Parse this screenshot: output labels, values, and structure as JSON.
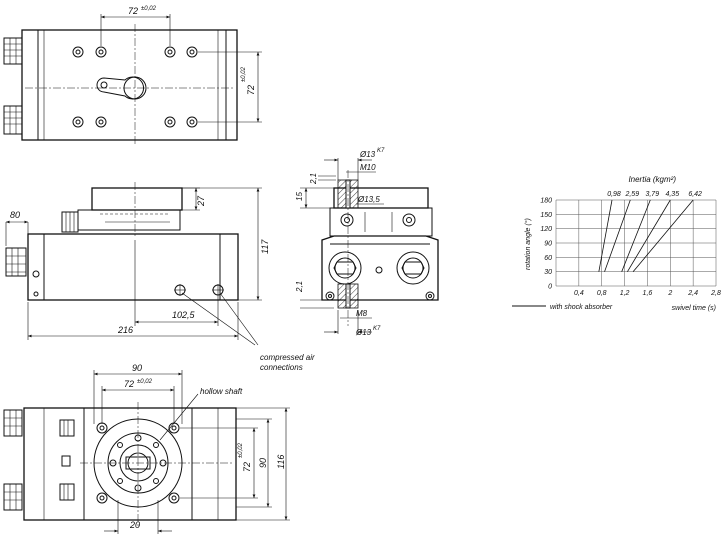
{
  "top_view": {
    "dim_width": "72",
    "dim_width_tol": "±0,02",
    "dim_height": "72",
    "dim_height_tol": "±0,02"
  },
  "front_view": {
    "dim_80": "80",
    "dim_27": "27",
    "dim_117": "117",
    "dim_102_5": "102,5",
    "dim_216": "216",
    "note": [
      "compressed air",
      "connections"
    ]
  },
  "side_view": {
    "dia_13": "Ø13",
    "dia_13_tol": "K7",
    "m10": "M10",
    "d21_top": "2,1",
    "d15": "15",
    "dia_13_5": "Ø13,5",
    "d21_bottom": "2,1",
    "m8": "M8",
    "dia_13_bottom": "Ø13",
    "dia_13_bottom_tol": "K7"
  },
  "bottom_view": {
    "dim_90": "90",
    "dim_72": "72",
    "dim_72_tol": "±0,02",
    "label_hollow": "hollow shaft",
    "dim_72_v": "72",
    "dim_72_v_tol": "±0,02",
    "dim_90_v": "90",
    "dim_116": "116",
    "dim_20": "20"
  },
  "chart_data": {
    "type": "line",
    "title": "Inertia (kgm²)",
    "xlabel": "swivel time (s)",
    "ylabel": "rotation angle (°)",
    "xlim": [
      0,
      2.8
    ],
    "ylim": [
      0,
      180
    ],
    "x_ticks": [
      0.4,
      0.8,
      1.2,
      1.6,
      2,
      2.4,
      2.8
    ],
    "x_tick_labels": [
      "0,4",
      "0,8",
      "1,2",
      "1,6",
      "2",
      "2,4",
      "2,8"
    ],
    "y_ticks": [
      0,
      30,
      60,
      90,
      120,
      150,
      180
    ],
    "y_tick_labels": [
      "0",
      "30",
      "60",
      "90",
      "120",
      "150",
      "180"
    ],
    "grid": true,
    "legend": "with shock absorber",
    "series": [
      {
        "name": "0,98",
        "points": [
          [
            0.75,
            30
          ],
          [
            0.98,
            180
          ]
        ]
      },
      {
        "name": "2,59",
        "points": [
          [
            0.85,
            30
          ],
          [
            1.3,
            180
          ]
        ]
      },
      {
        "name": "3,79",
        "points": [
          [
            1.15,
            30
          ],
          [
            1.65,
            180
          ]
        ]
      },
      {
        "name": "4,35",
        "points": [
          [
            1.25,
            30
          ],
          [
            2.0,
            180
          ]
        ]
      },
      {
        "name": "6,42",
        "points": [
          [
            1.35,
            30
          ],
          [
            2.4,
            180
          ]
        ]
      }
    ]
  }
}
